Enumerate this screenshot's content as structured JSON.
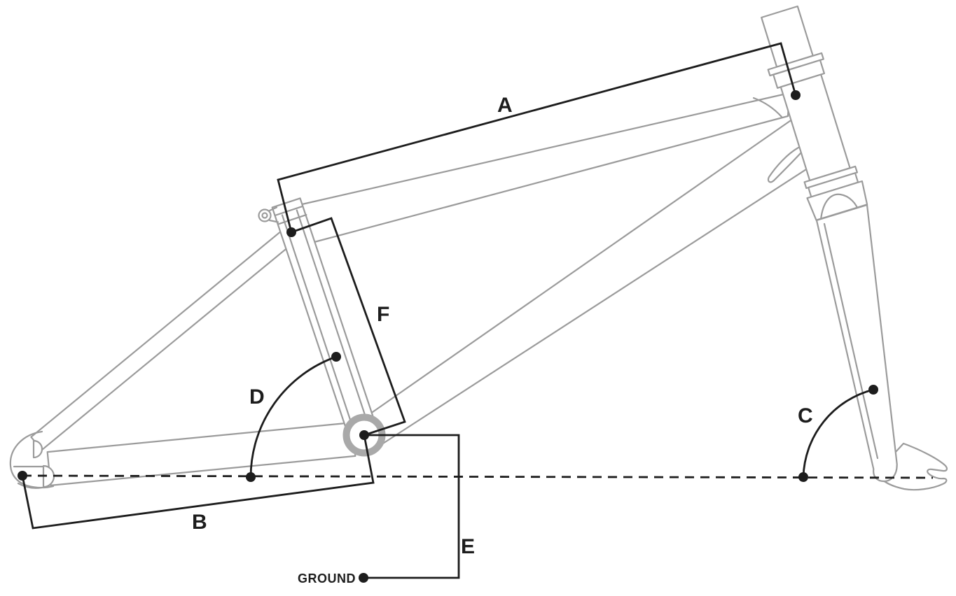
{
  "diagram": {
    "dimension_labels": {
      "a": "A",
      "b": "B",
      "c": "C",
      "d": "D",
      "e": "E",
      "f": "F"
    },
    "ground_label": "GROUND",
    "colors": {
      "background": "#ffffff",
      "frame_outline": "#9b9b9b",
      "bottom_bracket_ring": "#a9a9a9",
      "dimension_lines": "#1d1d1d"
    }
  }
}
